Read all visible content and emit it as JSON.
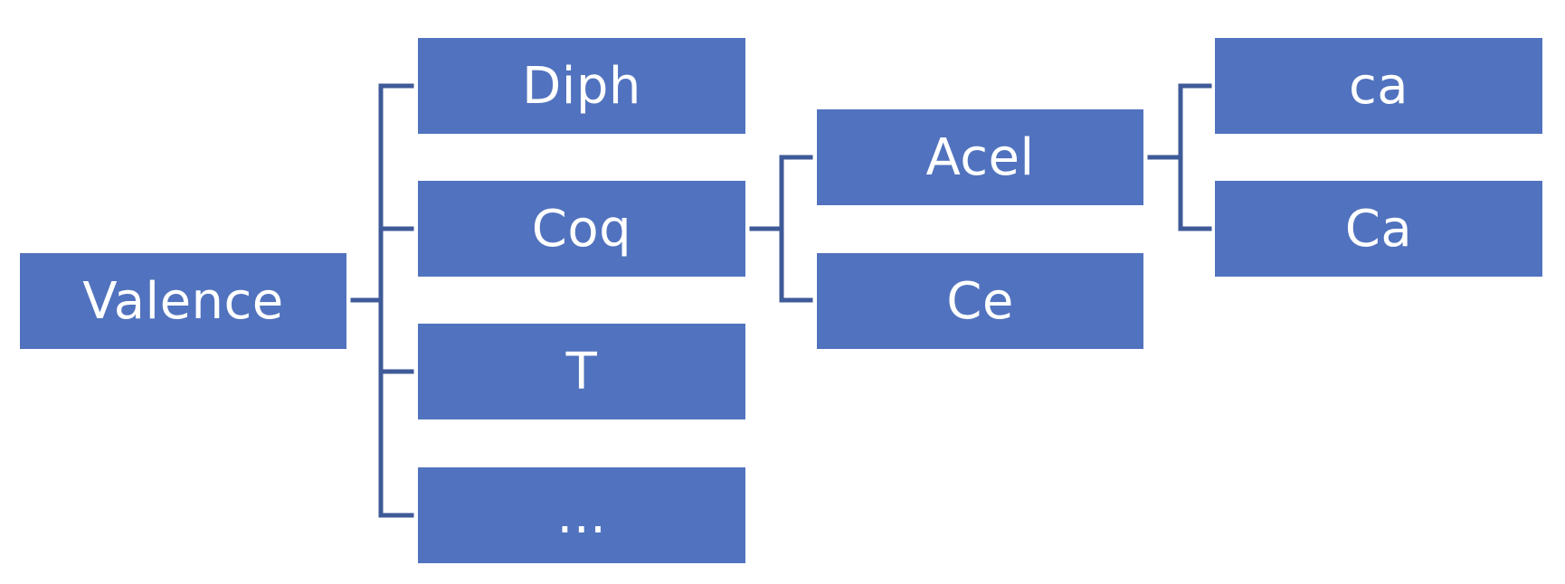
{
  "colors": {
    "node_fill": "#5172BE",
    "connector": "#3F5A98",
    "node_text": "#FFFFFF",
    "background": "#FFFFFF"
  },
  "diagram": {
    "root": "Valence",
    "level1": [
      "Diph",
      "Coq",
      "T",
      "..."
    ],
    "level2_parent": "Coq",
    "level2": [
      "Acel",
      "Ce"
    ],
    "level3_parent": "Acel",
    "level3": [
      "ca",
      "Ca"
    ]
  }
}
